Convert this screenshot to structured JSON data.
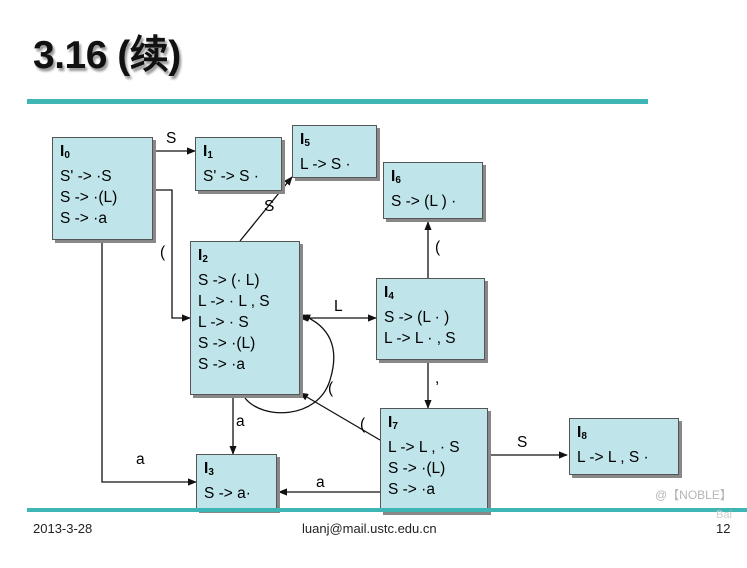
{
  "title": "3.16 (续)",
  "footer": {
    "date": "2013-3-28",
    "email": "luanj@mail.ustc.edu.cn",
    "page": "12"
  },
  "watermark": {
    "text": "@【NOBLE】",
    "logo": "Bai"
  },
  "states": [
    {
      "id": "I0",
      "letter": "I",
      "index": "0",
      "items": [
        "S' -> ·S",
        "S -> ·(L)",
        "S -> ·a"
      ]
    },
    {
      "id": "I1",
      "letter": "I",
      "index": "1",
      "items": [
        "S' -> S ·"
      ]
    },
    {
      "id": "I5",
      "letter": "I",
      "index": "5",
      "items": [
        "L -> S ·"
      ]
    },
    {
      "id": "I6",
      "letter": "I",
      "index": "6",
      "items": [
        "S -> (L ) ·"
      ]
    },
    {
      "id": "I2",
      "letter": "I",
      "index": "2",
      "items": [
        "S -> (· L)",
        "L -> · L , S",
        "L -> · S",
        "S -> ·(L)",
        "S -> ·a"
      ]
    },
    {
      "id": "I4",
      "letter": "I",
      "index": "4",
      "items": [
        "S -> (L · )",
        "L -> L · , S"
      ]
    },
    {
      "id": "I7",
      "letter": "I",
      "index": "7",
      "items": [
        "L -> L , · S",
        "S -> ·(L)",
        "S -> ·a"
      ]
    },
    {
      "id": "I8",
      "letter": "I",
      "index": "8",
      "items": [
        "L -> L , S ·"
      ]
    },
    {
      "id": "I3",
      "letter": "I",
      "index": "3",
      "items": [
        "S -> a·"
      ]
    }
  ],
  "edges": [
    {
      "from": "I0",
      "to": "I1",
      "symbol": "S"
    },
    {
      "from": "I0",
      "to": "I2",
      "symbol": "("
    },
    {
      "from": "I0",
      "to": "I3",
      "symbol": "a"
    },
    {
      "from": "I2",
      "to": "I5",
      "symbol": "S"
    },
    {
      "from": "I2",
      "to": "I4",
      "symbol": "L"
    },
    {
      "from": "I2",
      "to": "I3",
      "symbol": "a"
    },
    {
      "from": "I2",
      "to": "I2",
      "symbol": "("
    },
    {
      "from": "I4",
      "to": "I6",
      "symbol": "("
    },
    {
      "from": "I4",
      "to": "I7",
      "symbol": ","
    },
    {
      "from": "I7",
      "to": "I8",
      "symbol": "S"
    },
    {
      "from": "I7",
      "to": "I3",
      "symbol": "a"
    },
    {
      "from": "I7",
      "to": "I2",
      "symbol": "("
    }
  ]
}
